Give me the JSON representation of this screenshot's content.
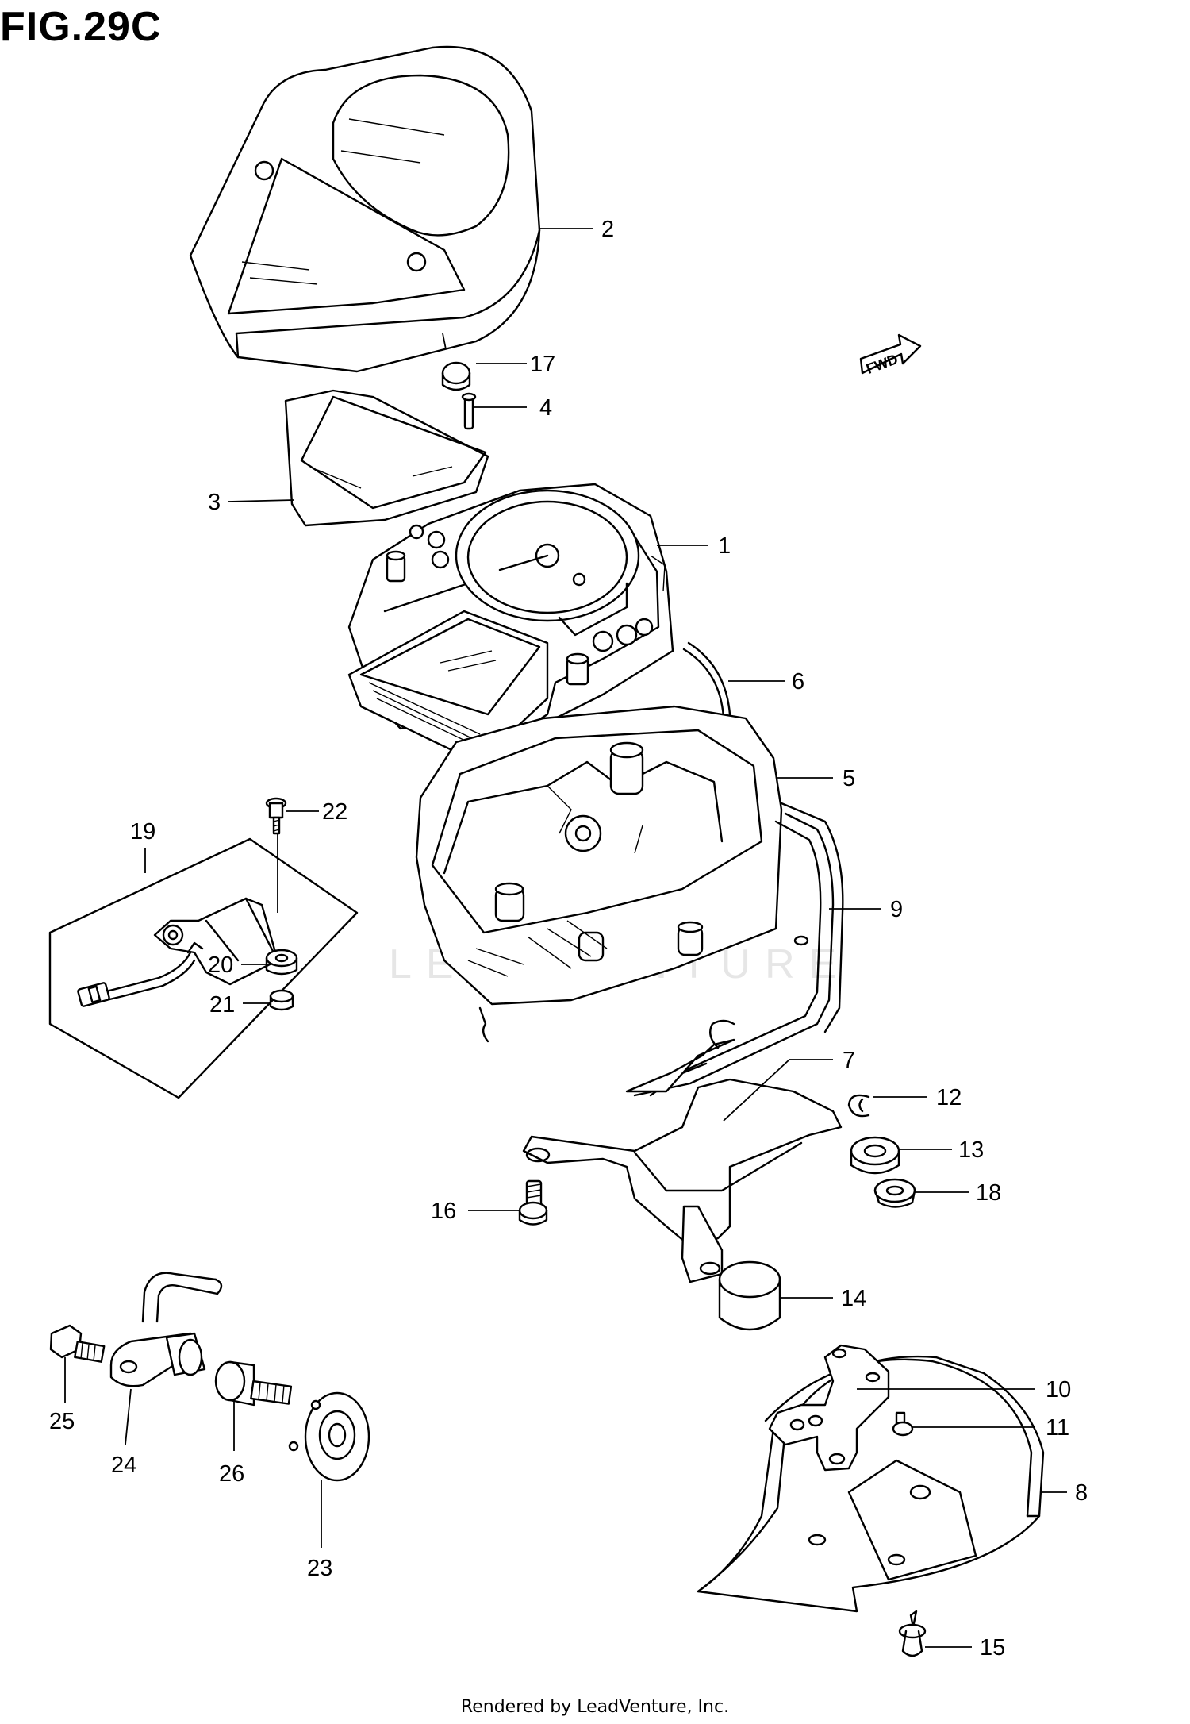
{
  "figure_title": "FIG.29C",
  "footer_text": "Rendered by LeadVenture, Inc.",
  "watermark_text": "LEADVENTURE",
  "fwd_label": "FWD",
  "callouts": [
    {
      "id": "1",
      "label": "1"
    },
    {
      "id": "2",
      "label": "2"
    },
    {
      "id": "3",
      "label": "3"
    },
    {
      "id": "4",
      "label": "4"
    },
    {
      "id": "5",
      "label": "5"
    },
    {
      "id": "6",
      "label": "6"
    },
    {
      "id": "7",
      "label": "7"
    },
    {
      "id": "8",
      "label": "8"
    },
    {
      "id": "9",
      "label": "9"
    },
    {
      "id": "10",
      "label": "10"
    },
    {
      "id": "11",
      "label": "11"
    },
    {
      "id": "12",
      "label": "12"
    },
    {
      "id": "13",
      "label": "13"
    },
    {
      "id": "14",
      "label": "14"
    },
    {
      "id": "15",
      "label": "15"
    },
    {
      "id": "16",
      "label": "16"
    },
    {
      "id": "17",
      "label": "17"
    },
    {
      "id": "18",
      "label": "18"
    },
    {
      "id": "19",
      "label": "19"
    },
    {
      "id": "20",
      "label": "20"
    },
    {
      "id": "21",
      "label": "21"
    },
    {
      "id": "22",
      "label": "22"
    },
    {
      "id": "23",
      "label": "23"
    },
    {
      "id": "24",
      "label": "24"
    },
    {
      "id": "25",
      "label": "25"
    },
    {
      "id": "26",
      "label": "26"
    }
  ]
}
